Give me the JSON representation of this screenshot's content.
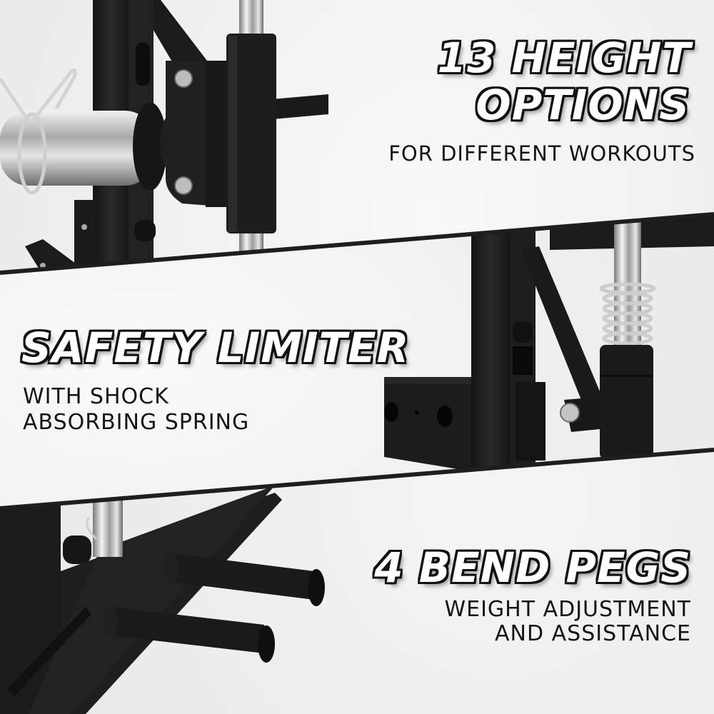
{
  "features": [
    {
      "title_line1": "13 HEIGHT",
      "title_line2": "OPTIONS",
      "subtitle_line1": "FOR DIFFERENT WORKOUTS",
      "illustration": "barbell-hook-and-linear-bearing"
    },
    {
      "title_line1": "SAFETY LIMITER",
      "subtitle_line1": "WITH SHOCK",
      "subtitle_line2": "ABSORBING SPRING",
      "illustration": "spring-safety-stopper"
    },
    {
      "title_line1": "4 BEND PEGS",
      "subtitle_line1": "WEIGHT ADJUSTMENT",
      "subtitle_line2": "AND ASSISTANCE",
      "illustration": "weight-plate-storage-pegs"
    }
  ],
  "colors": {
    "frame": "#1c1c1c",
    "background": "#eeeeee",
    "chrome": "#c8c8c8",
    "divider": "#1e1e1e"
  }
}
